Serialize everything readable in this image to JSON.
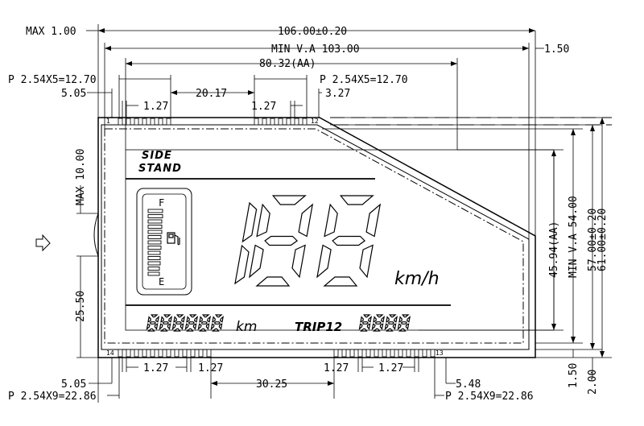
{
  "dimensions": {
    "max_left": "MAX 1.00",
    "overall_width": "106.00±0.20",
    "min_va_width": "MIN V.A 103.00",
    "aa_width": "80.32(AA)",
    "pitch_top_left": "P 2.54X5=12.70",
    "pitch_top_right": "P 2.54X5=12.70",
    "offset_top_left": "5.05",
    "pin_pitch_top_1": "1.27",
    "gap_top": "20.17",
    "pin_pitch_top_2": "1.27",
    "offset_top_right": "3.27",
    "right_margin": "1.50",
    "max_lead": "MAX 10.00",
    "lower_height": "25.50",
    "aa_height": "45.94(AA)",
    "min_va_height": "MIN V.A 54.00",
    "height_57": "57.00±0.20",
    "height_61": "61.00±0.20",
    "bottom_margin": "1.50",
    "bottom_offset": "2.00",
    "offset_bottom_left": "5.05",
    "pin_pitch_bottom_1": "1.27",
    "pin_pitch_bottom_2": "1.27",
    "gap_bottom": "30.25",
    "pin_pitch_bottom_3": "1.27",
    "pin_pitch_bottom_4": "1.27",
    "offset_bottom_right": "5.48",
    "pitch_bottom_left": "P 2.54X9=22.86",
    "pitch_bottom_right": "P 2.54X9=22.86"
  },
  "pins": {
    "top_first": "1",
    "top_last": "12",
    "bottom_first": "14",
    "bottom_last": "13"
  },
  "display": {
    "side_label": "SIDE",
    "stand_label": "STAND",
    "fuel_full": "F",
    "fuel_empty": "E",
    "speed_unit": "km/h",
    "odometer_digits": "888888",
    "odometer_unit": "km",
    "trip_label": "TRIP12",
    "trip_digits": "8888",
    "fuel_bars": 13
  },
  "icons": [
    "arrow-right-outline-icon",
    "fuel-pump-icon"
  ]
}
